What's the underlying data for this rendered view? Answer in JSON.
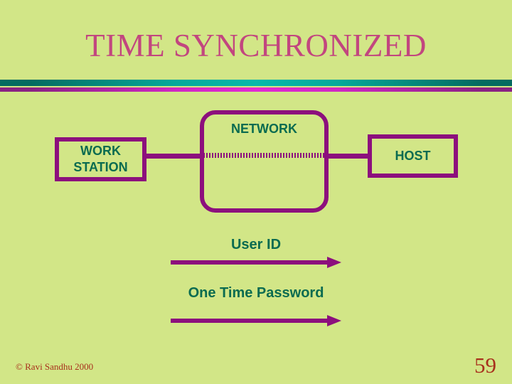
{
  "slide": {
    "title": "TIME SYNCHRONIZED",
    "background_color": "#d2e687",
    "title_color": "#c2467f"
  },
  "divider": {
    "top_bar_color": "#06b9aa",
    "top_bar_edge_color": "#046b60",
    "bottom_bar_color": "#e12ad2",
    "bottom_bar_edge_color": "#8a2183"
  },
  "diagram": {
    "border_color": "#8c0f7d",
    "text_color": "#0a6b50",
    "boxes": [
      {
        "id": "workstation",
        "label": "WORK\nSTATION"
      },
      {
        "id": "network",
        "label": "NETWORK"
      },
      {
        "id": "host",
        "label": "HOST"
      }
    ],
    "flows": [
      {
        "id": "user-id",
        "label": "User ID",
        "direction": "right"
      },
      {
        "id": "one-time-password",
        "label": "One Time Password",
        "direction": "right"
      }
    ]
  },
  "footer": {
    "copyright": "© Ravi Sandhu 2000",
    "page_number": "59",
    "text_color": "#a8301c"
  }
}
